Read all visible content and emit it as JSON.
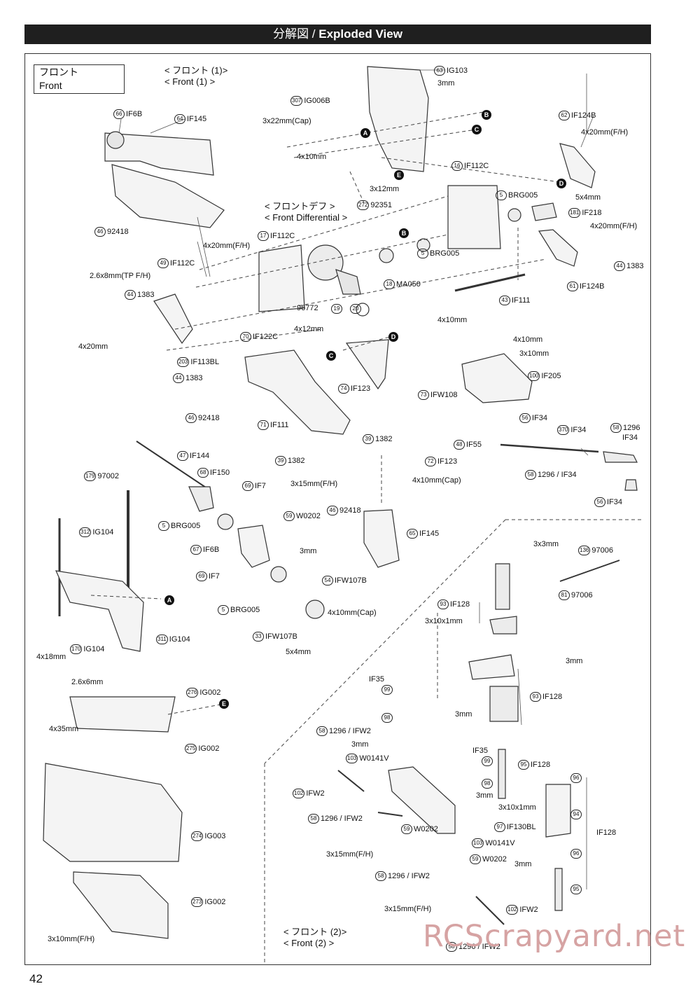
{
  "header": {
    "title_jp": "分解図",
    "separator": " / ",
    "title_en": "Exploded View"
  },
  "front_box": {
    "jp": "フロント",
    "en": "Front"
  },
  "sections": {
    "front1_jp": "< フロント (1)>",
    "front1_en": "< Front (1) >",
    "diff_jp": "< フロントデフ >",
    "diff_en": "< Front Differential >",
    "front2_jp": "< フロント (2)>",
    "front2_en": "< Front (2) >"
  },
  "badges": {
    "a": "A",
    "b": "B",
    "c": "C",
    "d": "D",
    "e": "E"
  },
  "labels": [
    {
      "n": "63",
      "t": "IG103"
    },
    {
      "n": "",
      "t": "3mm"
    },
    {
      "n": "307",
      "t": "IG006B"
    },
    {
      "n": "",
      "t": "3x22mm(Cap)"
    },
    {
      "n": "",
      "t": "4x10mm"
    },
    {
      "n": "",
      "t": "3x12mm"
    },
    {
      "n": "272",
      "t": "92351"
    },
    {
      "n": "66",
      "t": "IF6B"
    },
    {
      "n": "64",
      "t": "IF145"
    },
    {
      "n": "62",
      "t": "IF124B"
    },
    {
      "n": "",
      "t": "4x20mm(F/H)"
    },
    {
      "n": "16",
      "t": "IF112C"
    },
    {
      "n": "5",
      "t": "BRG005"
    },
    {
      "n": "",
      "t": "5x4mm"
    },
    {
      "n": "181",
      "t": "IF218"
    },
    {
      "n": "",
      "t": "4x20mm(F/H)"
    },
    {
      "n": "44",
      "t": "1383"
    },
    {
      "n": "61",
      "t": "IF124B"
    },
    {
      "n": "46",
      "t": "92418"
    },
    {
      "n": "17",
      "t": "IF112C"
    },
    {
      "n": "",
      "t": "4x20mm(F/H)"
    },
    {
      "n": "49",
      "t": "IF112C"
    },
    {
      "n": "",
      "t": "2.6x8mm(TP F/H)"
    },
    {
      "n": "44",
      "t": "1383"
    },
    {
      "n": "",
      "t": "96772"
    },
    {
      "n": "19",
      "t": ""
    },
    {
      "n": "20",
      "t": ""
    },
    {
      "n": "5",
      "t": "BRG005"
    },
    {
      "n": "18",
      "t": "MA050"
    },
    {
      "n": "43",
      "t": "IF111"
    },
    {
      "n": "",
      "t": "4x12mm"
    },
    {
      "n": "70",
      "t": "IF122C"
    },
    {
      "n": "",
      "t": "4x20mm"
    },
    {
      "n": "203",
      "t": "IF113BL"
    },
    {
      "n": "44",
      "t": "1383"
    },
    {
      "n": "74",
      "t": "IF123"
    },
    {
      "n": "",
      "t": "4x10mm"
    },
    {
      "n": "",
      "t": "4x10mm"
    },
    {
      "n": "",
      "t": "3x10mm"
    },
    {
      "n": "100",
      "t": "IF205"
    },
    {
      "n": "73",
      "t": "IFW108"
    },
    {
      "n": "56",
      "t": "IF34"
    },
    {
      "n": "46",
      "t": "92418"
    },
    {
      "n": "71",
      "t": "IF111"
    },
    {
      "n": "39",
      "t": "1382"
    },
    {
      "n": "48",
      "t": "IF55"
    },
    {
      "n": "370",
      "t": "IF34"
    },
    {
      "n": "58",
      "t": "1296"
    },
    {
      "n": "",
      "t": "IF34"
    },
    {
      "n": "39",
      "t": "1382"
    },
    {
      "n": "72",
      "t": "IF123"
    },
    {
      "n": "58",
      "t": "1296 / IF34"
    },
    {
      "n": "47",
      "t": "IF144"
    },
    {
      "n": "179",
      "t": "97002"
    },
    {
      "n": "68",
      "t": "IF150"
    },
    {
      "n": "69",
      "t": "IF7"
    },
    {
      "n": "",
      "t": "3x15mm(F/H)"
    },
    {
      "n": "",
      "t": "4x10mm(Cap)"
    },
    {
      "n": "56",
      "t": "IF34"
    },
    {
      "n": "312",
      "t": "IG104"
    },
    {
      "n": "5",
      "t": "BRG005"
    },
    {
      "n": "59",
      "t": "W0202"
    },
    {
      "n": "46",
      "t": "92418"
    },
    {
      "n": "65",
      "t": "IF145"
    },
    {
      "n": "67",
      "t": "IF6B"
    },
    {
      "n": "",
      "t": "3mm"
    },
    {
      "n": "",
      "t": "3x3mm"
    },
    {
      "n": "136",
      "t": "97006"
    },
    {
      "n": "69",
      "t": "IF7"
    },
    {
      "n": "54",
      "t": "IFW107B"
    },
    {
      "n": "81",
      "t": "97006"
    },
    {
      "n": "5",
      "t": "BRG005"
    },
    {
      "n": "",
      "t": "4x10mm(Cap)"
    },
    {
      "n": "93",
      "t": "IF128"
    },
    {
      "n": "",
      "t": "3x10x1mm"
    },
    {
      "n": "33",
      "t": "IFW107B"
    },
    {
      "n": "",
      "t": "5x4mm"
    },
    {
      "n": "",
      "t": "4x18mm"
    },
    {
      "n": "170",
      "t": "IG104"
    },
    {
      "n": "311",
      "t": "IG104"
    },
    {
      "n": "",
      "t": "2.6x6mm"
    },
    {
      "n": "",
      "t": "3mm"
    },
    {
      "n": "",
      "t": "IF35"
    },
    {
      "n": "99",
      "t": ""
    },
    {
      "n": "276",
      "t": "IG002"
    },
    {
      "n": "93",
      "t": "IF128"
    },
    {
      "n": "98",
      "t": ""
    },
    {
      "n": "",
      "t": "3mm"
    },
    {
      "n": "",
      "t": "4x35mm"
    },
    {
      "n": "58",
      "t": "1296 / IFW2"
    },
    {
      "n": "275",
      "t": "IG002"
    },
    {
      "n": "",
      "t": "3mm"
    },
    {
      "n": "",
      "t": "IF35"
    },
    {
      "n": "103",
      "t": "W0141V"
    },
    {
      "n": "99",
      "t": ""
    },
    {
      "n": "95",
      "t": "IF128"
    },
    {
      "n": "98",
      "t": ""
    },
    {
      "n": "96",
      "t": ""
    },
    {
      "n": "102",
      "t": "IFW2"
    },
    {
      "n": "",
      "t": "3mm"
    },
    {
      "n": "",
      "t": "3x10x1mm"
    },
    {
      "n": "58",
      "t": "1296 / IFW2"
    },
    {
      "n": "97",
      "t": "IF130BL"
    },
    {
      "n": "94",
      "t": ""
    },
    {
      "n": "59",
      "t": "W0202"
    },
    {
      "n": "",
      "t": "IF128"
    },
    {
      "n": "274",
      "t": "IG003"
    },
    {
      "n": "103",
      "t": "W0141V"
    },
    {
      "n": "",
      "t": "3x15mm(F/H)"
    },
    {
      "n": "59",
      "t": "W0202"
    },
    {
      "n": "",
      "t": "3mm"
    },
    {
      "n": "96",
      "t": ""
    },
    {
      "n": "58",
      "t": "1296 / IFW2"
    },
    {
      "n": "273",
      "t": "IG002"
    },
    {
      "n": "95",
      "t": ""
    },
    {
      "n": "",
      "t": "3x15mm(F/H)"
    },
    {
      "n": "102",
      "t": "IFW2"
    },
    {
      "n": "",
      "t": "3x10mm(F/H)"
    },
    {
      "n": "58",
      "t": "1296 / IFW2"
    }
  ],
  "page_number": "42",
  "watermark": "RCScrapyard.net"
}
